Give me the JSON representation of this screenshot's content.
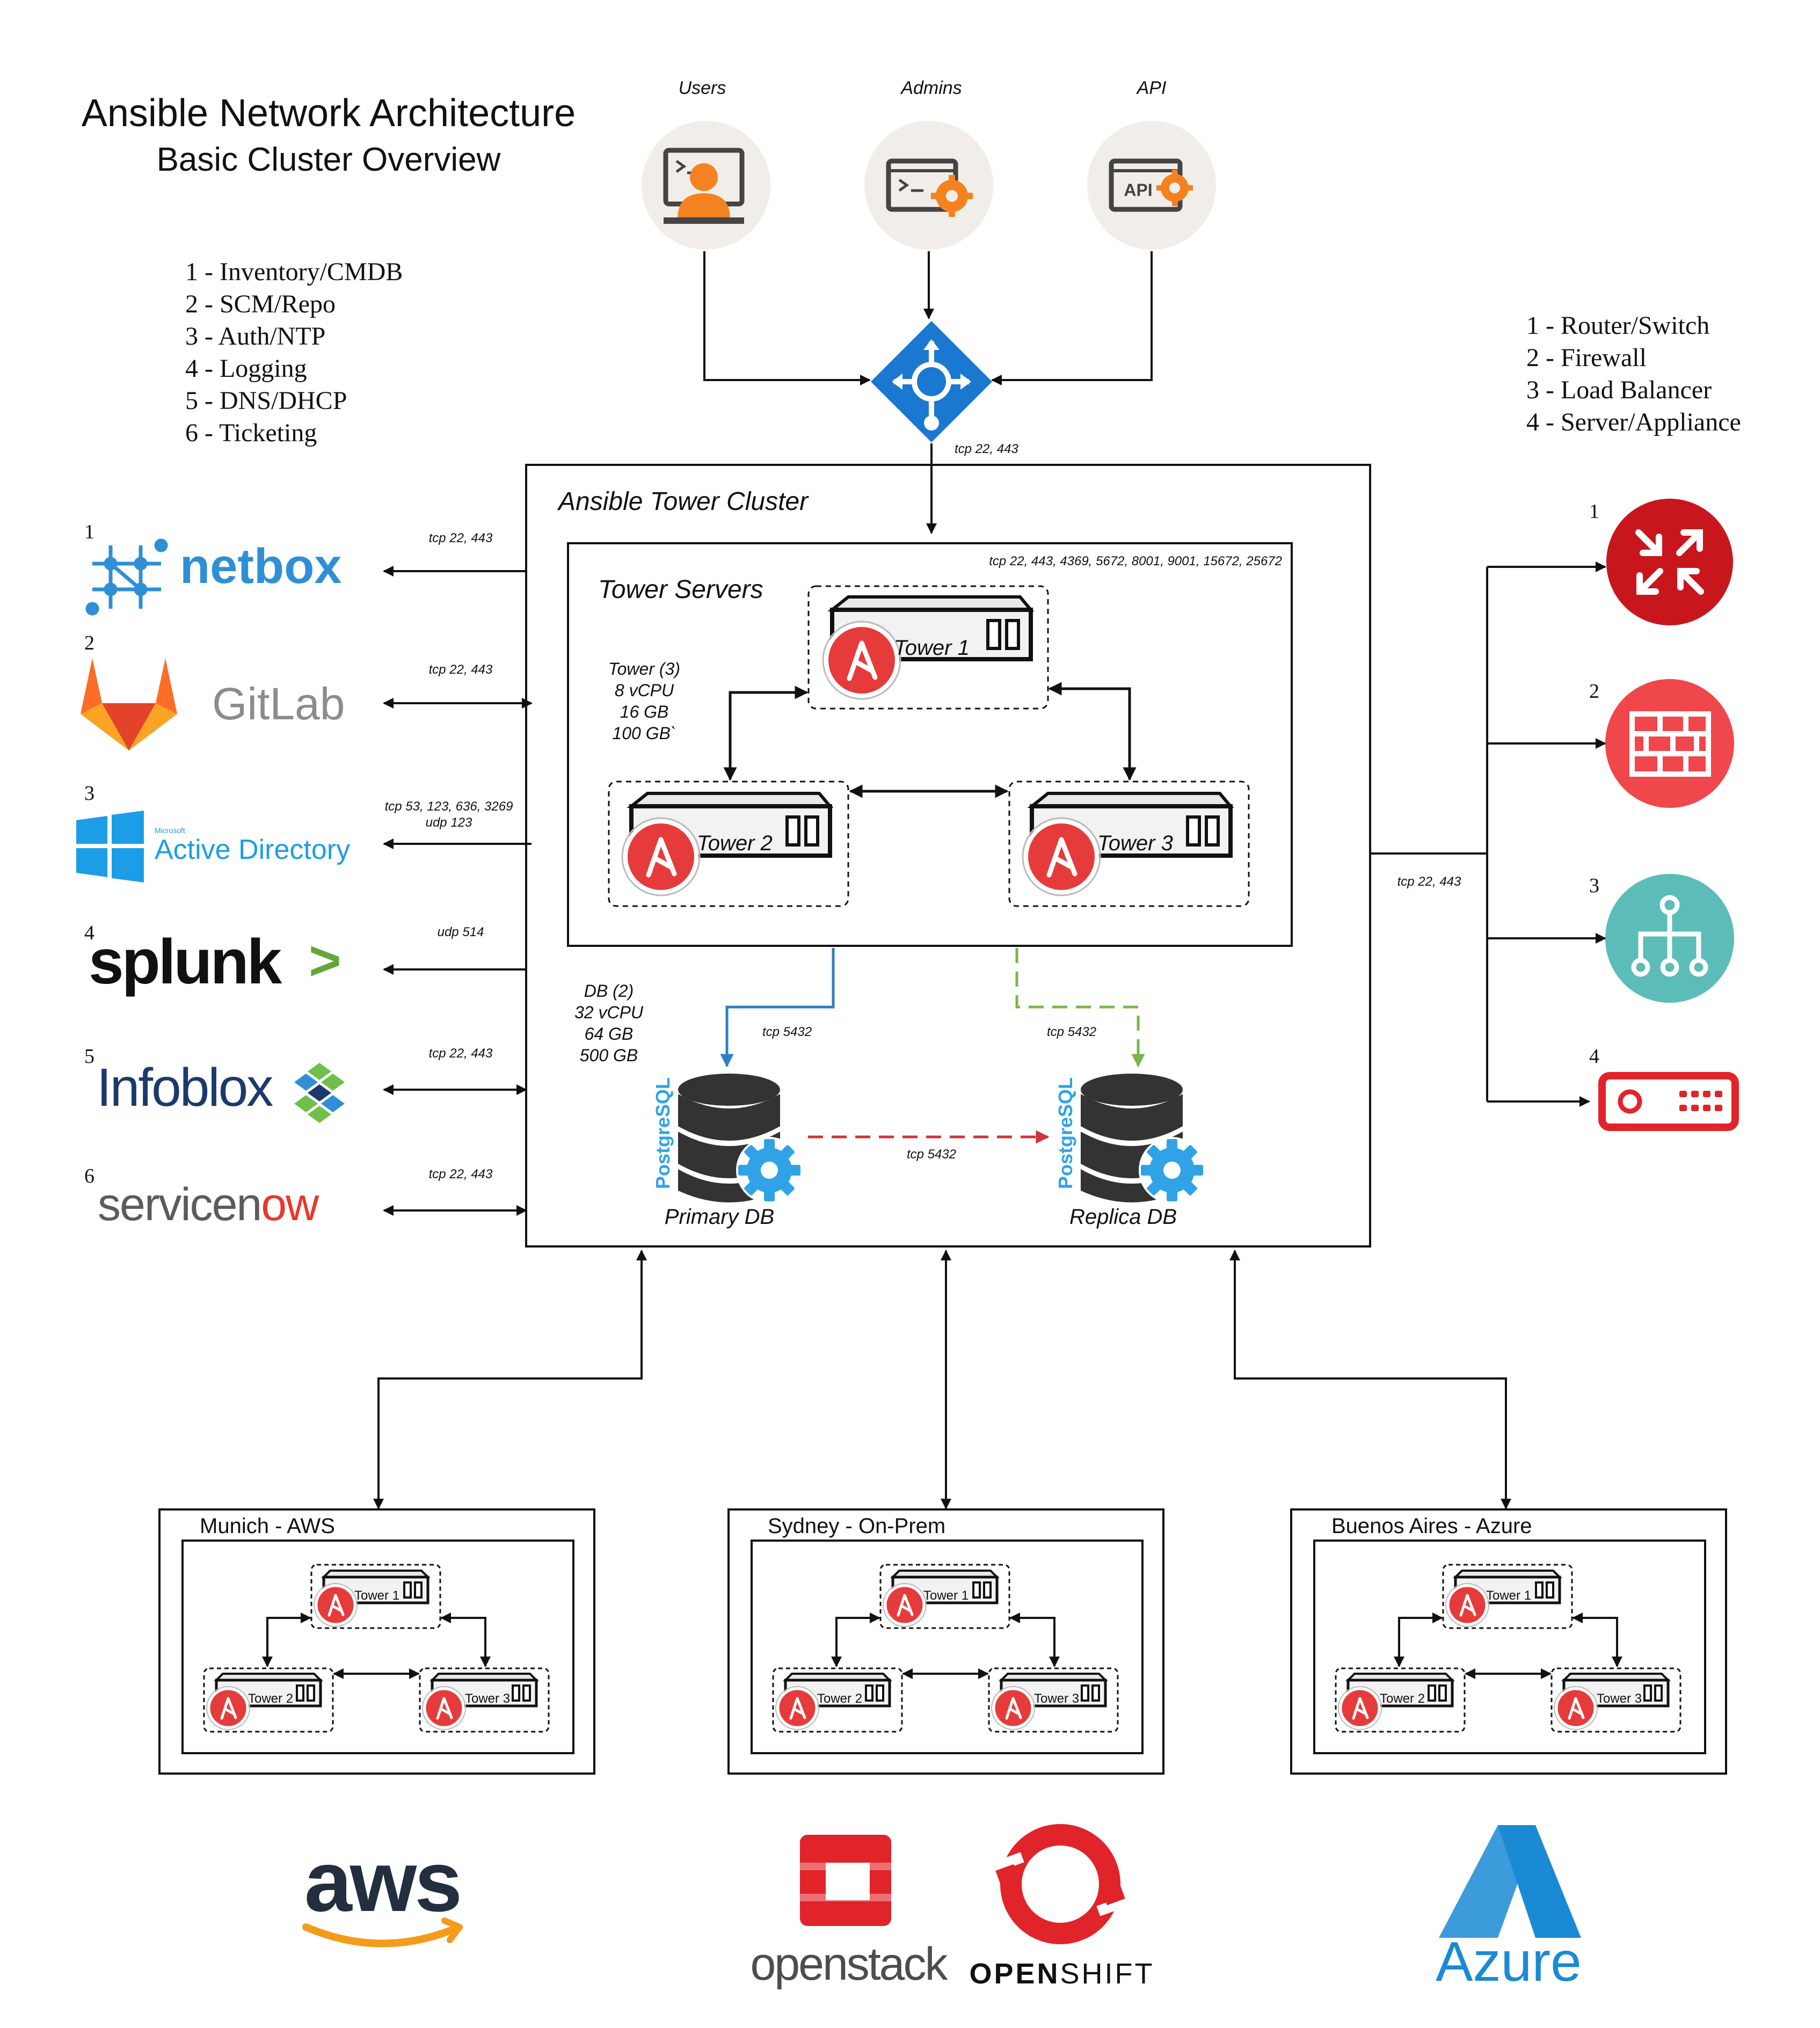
{
  "title": {
    "line1": "Ansible Network Architecture",
    "line2": "Basic Cluster Overview"
  },
  "left_legend": [
    "1 - Inventory/CMDB",
    "2 - SCM/Repo",
    "3 - Auth/NTP",
    "4 - Logging",
    "5 - DNS/DHCP",
    "6 - Ticketing"
  ],
  "right_legend": [
    "1 - Router/Switch",
    "2 - Firewall",
    "3 - Load Balancer",
    "4 - Server/Appliance"
  ],
  "top_actors": {
    "users": "Users",
    "admins": "Admins",
    "api": "API",
    "api_badge": "API"
  },
  "lb_port": "tcp 22, 443",
  "cluster": {
    "title": "Ansible Tower Cluster",
    "servers_title": "Tower Servers",
    "servers_ports": "tcp 22, 443, 4369, 5672, 8001, 9001, 15672, 25672",
    "tower_spec": [
      "Tower (3)",
      "8 vCPU",
      "16 GB",
      "100 GB`"
    ],
    "towers": [
      "Tower 1",
      "Tower 2",
      "Tower 3"
    ],
    "db_spec": [
      "DB (2)",
      "32 vCPU",
      "64 GB",
      "500 GB"
    ],
    "primary_db": "Primary DB",
    "replica_db": "Replica DB",
    "db_brand": "PostgreSQL",
    "db_port_primary": "tcp 5432",
    "db_port_replica": "tcp 5432",
    "db_port_replication": "tcp 5432"
  },
  "left_systems": [
    {
      "num": "1",
      "name": "netbox",
      "port": "tcp 22, 443",
      "port2": ""
    },
    {
      "num": "2",
      "name": "GitLab",
      "port": "tcp 22, 443",
      "port2": ""
    },
    {
      "num": "3",
      "name": "Active Directory",
      "tag": "Microsoft",
      "port": "tcp 53, 123, 636, 3269",
      "port2": "udp 123"
    },
    {
      "num": "4",
      "name": "splunk",
      "suffix": ">",
      "port": "udp 514",
      "port2": ""
    },
    {
      "num": "5",
      "name": "Infoblox",
      "port": "tcp 22, 443",
      "port2": ""
    },
    {
      "num": "6",
      "name_a": "servicen",
      "name_b": "o",
      "name_c": "w",
      "port": "tcp 22, 443",
      "port2": ""
    }
  ],
  "right_port": "tcp 22, 443",
  "right_devices": [
    "1",
    "2",
    "3",
    "4"
  ],
  "sites": [
    {
      "name": "Munich - AWS",
      "towers": [
        "Tower 1",
        "Tower 2",
        "Tower 3"
      ]
    },
    {
      "name": "Sydney - On-Prem",
      "towers": [
        "Tower 1",
        "Tower 2",
        "Tower 3"
      ]
    },
    {
      "name": "Buenos Aires - Azure",
      "towers": [
        "Tower 1",
        "Tower 2",
        "Tower 3"
      ]
    }
  ],
  "bottom_logos": {
    "aws": "aws",
    "openstack": "openstack",
    "openshift_a": "OPEN",
    "openshift_b": "SHIFT",
    "azure": "Azure"
  },
  "colors": {
    "ansible_red": "#e63b3b",
    "lb_blue": "#1b78d0",
    "primary_link": "#2f7fc1",
    "replica_link": "#7ab648",
    "replication_link": "#d0343a",
    "postgres_blue": "#2fa3e6",
    "router_red": "#c8161d",
    "firewall_red": "#f0474c",
    "lb_teal": "#5bbcb8",
    "appliance_red": "#e0242a",
    "netbox_blue": "#2f8fd6",
    "gitlab_orange": "#e8572a",
    "ad_blue": "#1b9ee5",
    "infoblox_navy": "#1b3a6b",
    "servicenow_gray": "#5b5b5b",
    "servicenow_red": "#e8382e",
    "aws_orange": "#f49b1a",
    "openstack_red": "#e0242a",
    "azure_blue": "#1a8ad4"
  }
}
